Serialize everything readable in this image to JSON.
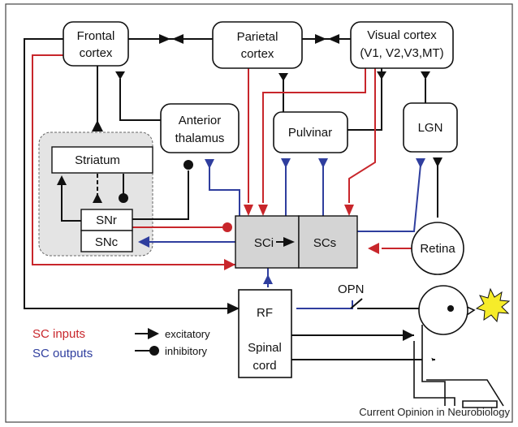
{
  "colors": {
    "input_red": "#c8262b",
    "output_blue": "#2f3e9e",
    "black": "#111111",
    "box_fill_gray": "#d4d4d4",
    "basal_fill": "#e4e4e4",
    "star_fill": "#f6ec2a"
  },
  "nodes": {
    "frontal_cortex": [
      "Frontal",
      "cortex"
    ],
    "parietal_cortex": [
      "Parietal",
      "cortex"
    ],
    "visual_cortex": [
      "Visual cortex",
      "(V1, V2,V3,MT)"
    ],
    "anterior_thalamus": [
      "Anterior",
      "thalamus"
    ],
    "pulvinar": "Pulvinar",
    "lgn": "LGN",
    "striatum": "Striatum",
    "snr": "SNr",
    "snc": "SNc",
    "sci": "SCi",
    "scs": "SCs",
    "retina": "Retina",
    "rf": "RF",
    "spinal_cord": [
      "Spinal",
      "cord"
    ],
    "opn": "OPN"
  },
  "legend": {
    "sc_inputs": "SC inputs",
    "sc_outputs": "SC outputs",
    "excitatory": "excitatory",
    "inhibitory": "inhibitory"
  },
  "caption": "Current Opinion in Neurobiology",
  "icons": {
    "light_stimulus": "star-burst-icon",
    "observer": "person-figure-icon"
  }
}
